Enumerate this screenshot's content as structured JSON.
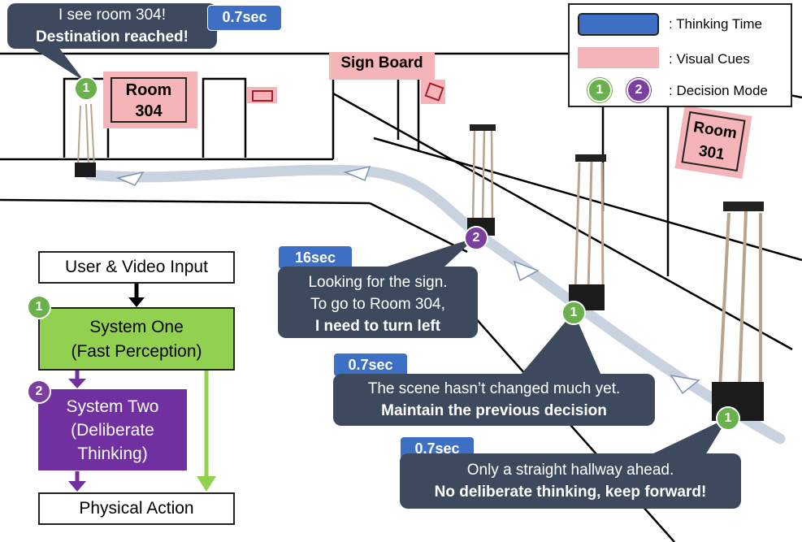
{
  "legend": {
    "thinking_time": ": Thinking Time",
    "visual_cues": ": Visual Cues",
    "decision_mode": ": Decision Mode",
    "mode_one": "1",
    "mode_two": "2"
  },
  "signs": {
    "room304_line1": "Room",
    "room304_line2": "304",
    "room301_line1": "Room",
    "room301_line2": "301",
    "sign_board": "Sign Board"
  },
  "bubbles": {
    "b1": {
      "time": "0.7sec",
      "line1": "I see room 304!",
      "line2": "Destination reached!",
      "mode": "1"
    },
    "b2": {
      "time": "16sec",
      "line1": "Looking for the sign.",
      "line2": "To go to Room 304,",
      "line3": "I need to turn left",
      "mode": "2"
    },
    "b3": {
      "time": "0.7sec",
      "line1": "The scene hasn’t changed much yet.",
      "line2": "Maintain the previous decision",
      "mode": "1"
    },
    "b4": {
      "time": "0.7sec",
      "line1": "Only a straight hallway ahead.",
      "line2": "No deliberate thinking, keep forward!",
      "mode": "1"
    }
  },
  "flow": {
    "input": "User & Video Input",
    "system_one_line1": "System One",
    "system_one_line2": "(Fast Perception)",
    "system_two_line1": "System Two",
    "system_two_line2": "(Deliberate",
    "system_two_line3": "Thinking)",
    "output": "Physical Action",
    "badge_one": "1",
    "badge_two": "2"
  },
  "colors": {
    "thinking_time": "#3d6fc4",
    "visual_cue": "#f5b5b8",
    "mode_one": "#6ab04c",
    "mode_two": "#7b3fa0",
    "bubble": "#3d4a5e",
    "system_one": "#92d050",
    "system_two": "#7030a0",
    "path": "#c9d3e0"
  }
}
